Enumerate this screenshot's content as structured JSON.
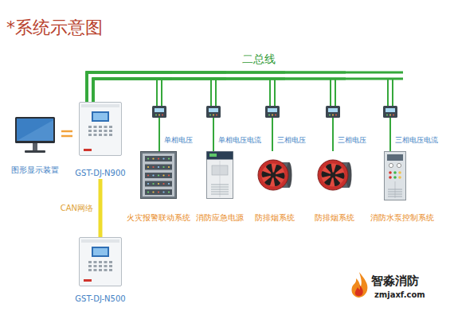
{
  "diagram": {
    "title": "*系统示意图",
    "nodes": [
      {
        "text": [
          "图形显示装置"
        ]
      },
      {
        "text": [
          "GST-DJ-N900"
        ]
      },
      {
        "text": [
          "GST-DJ-N500"
        ]
      },
      {
        "text": [
          "火灾报警联动系统"
        ]
      },
      {
        "text": [
          "消防应急电源"
        ]
      },
      {
        "text": [
          "防排烟系统"
        ]
      },
      {
        "text": [
          "防排烟系统"
        ]
      },
      {
        "text": [
          "消防水泵控制系统"
        ]
      }
    ],
    "edges": [
      {
        "from": 0,
        "to": 1,
        "arrow": "none"
      },
      {
        "from": 1,
        "to": 2,
        "label": "CAN网络",
        "arrow": "none"
      },
      {
        "from": 1,
        "to": 3,
        "label": "单相电压",
        "arrow": "none"
      },
      {
        "from": 1,
        "to": 4,
        "label": "单相电压电流",
        "arrow": "none"
      },
      {
        "from": 1,
        "to": 5,
        "label": "三相电压",
        "arrow": "none"
      },
      {
        "from": 1,
        "to": 6,
        "label": "三相电压",
        "arrow": "none"
      },
      {
        "from": 1,
        "to": 7,
        "label": "三相电压电流",
        "arrow": "none"
      }
    ],
    "labels": [
      "二总线",
      "智淼消防",
      "zmjaxf.com"
    ]
  }
}
